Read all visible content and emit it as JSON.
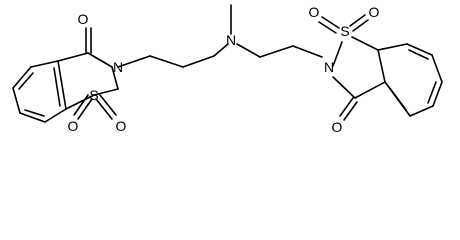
{
  "structure": {
    "atoms": {
      "O1": "O",
      "N1": "N",
      "S1": "S",
      "O2": "O",
      "O3": "O",
      "N2": "N",
      "N3": "N",
      "S2": "S",
      "O4": "O",
      "O5": "O",
      "O6": "O"
    },
    "colors": {
      "bond": "#000000",
      "atom_label": "#000000",
      "background": "#ffffff"
    }
  }
}
